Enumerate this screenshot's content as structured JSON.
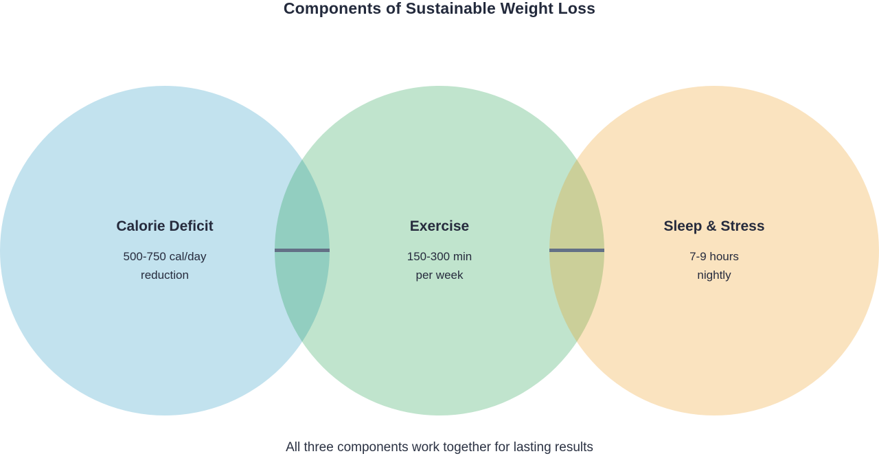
{
  "title": "Components of Sustainable Weight Loss",
  "caption": "All three components work together for lasting results",
  "colors": {
    "background": "#ffffff",
    "text": "#262b3d",
    "title_text": "#232a3c",
    "connector": "#637086",
    "calorie_fill": "rgba(11,139,187,0.25)",
    "exercise_fill": "rgba(3,147,55,0.25)",
    "sleep_fill": "rgba(235,143,0,0.25)",
    "calorie_exercise_overlap": "#90d2c2",
    "exercise_sleep_overlap": "#cbd093"
  },
  "circles": [
    {
      "heading": "Calorie Deficit",
      "detail_line1": "500-750 cal/day",
      "detail_line2": "reduction",
      "fill": "rgba(11,139,187,0.25)"
    },
    {
      "heading": "Exercise",
      "detail_line1": "150-300 min",
      "detail_line2": "per week",
      "fill": "rgba(3,147,55,0.25)"
    },
    {
      "heading": "Sleep & Stress",
      "detail_line1": "7-9 hours",
      "detail_line2": "nightly",
      "fill": "rgba(235,143,0,0.25)"
    }
  ]
}
